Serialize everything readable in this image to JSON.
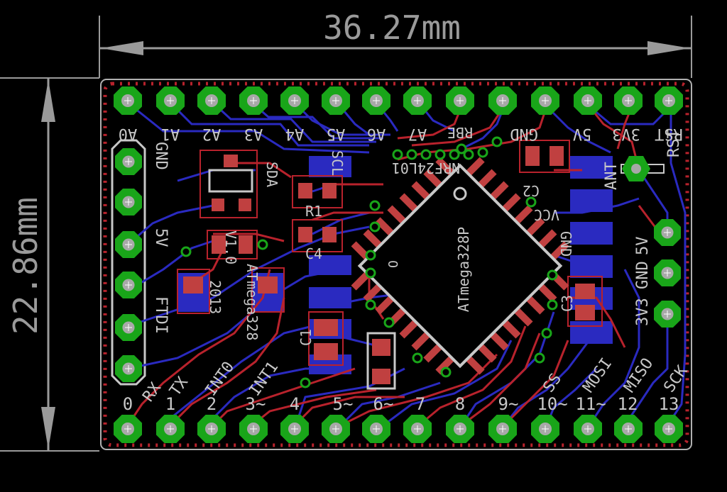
{
  "dimensions": {
    "width_label": "36.27mm",
    "height_label": "22.86mm"
  },
  "top_header": {
    "labels": [
      "A0",
      "A1",
      "A2",
      "A3",
      "A4",
      "A5",
      "A6",
      "A7",
      "GND",
      "5V",
      "3V3",
      "RST"
    ],
    "partial_labels": [
      "RBE",
      "RST"
    ]
  },
  "bottom_header": {
    "labels": [
      "0",
      "1",
      "2",
      "3~",
      "4",
      "5~",
      "6~",
      "7",
      "8",
      "9~",
      "10~",
      "11~",
      "12",
      "13"
    ],
    "function_labels": [
      "RX",
      "TX",
      "INT0",
      "INT1",
      "SS",
      "MOSI",
      "MISO",
      "SCK"
    ]
  },
  "left_header": {
    "labels": [
      "GND",
      "5V",
      "FTDI"
    ]
  },
  "right_header": {
    "labels": [
      "ANT",
      "5V",
      "GND",
      "3V3"
    ],
    "rst_label": "RST"
  },
  "chip": {
    "name": "ATmega328P",
    "pin1_mark": "O"
  },
  "components": {
    "R1": "R1",
    "C1": "C1",
    "C2": "C2",
    "C3": "C3",
    "C4": "C4",
    "sda": "SDA",
    "scl": "SCL",
    "nrf": "NRF24L01",
    "mcu_mirror": "ATmega328",
    "version": "V1.0",
    "year": "2013",
    "vcc": "VCC",
    "gnd_mirror": "GND"
  },
  "colors": {
    "background": "#000000",
    "dimension": "#9a9a9a",
    "outline": "#b0b0b0",
    "pad_ring": "#19a519",
    "pad_hole": "#a8a8a8",
    "top_copper": "#b8222c",
    "bottom_copper": "#2a2ac0",
    "smd_pad": "#c04040",
    "silk": "#c8c8c8"
  }
}
